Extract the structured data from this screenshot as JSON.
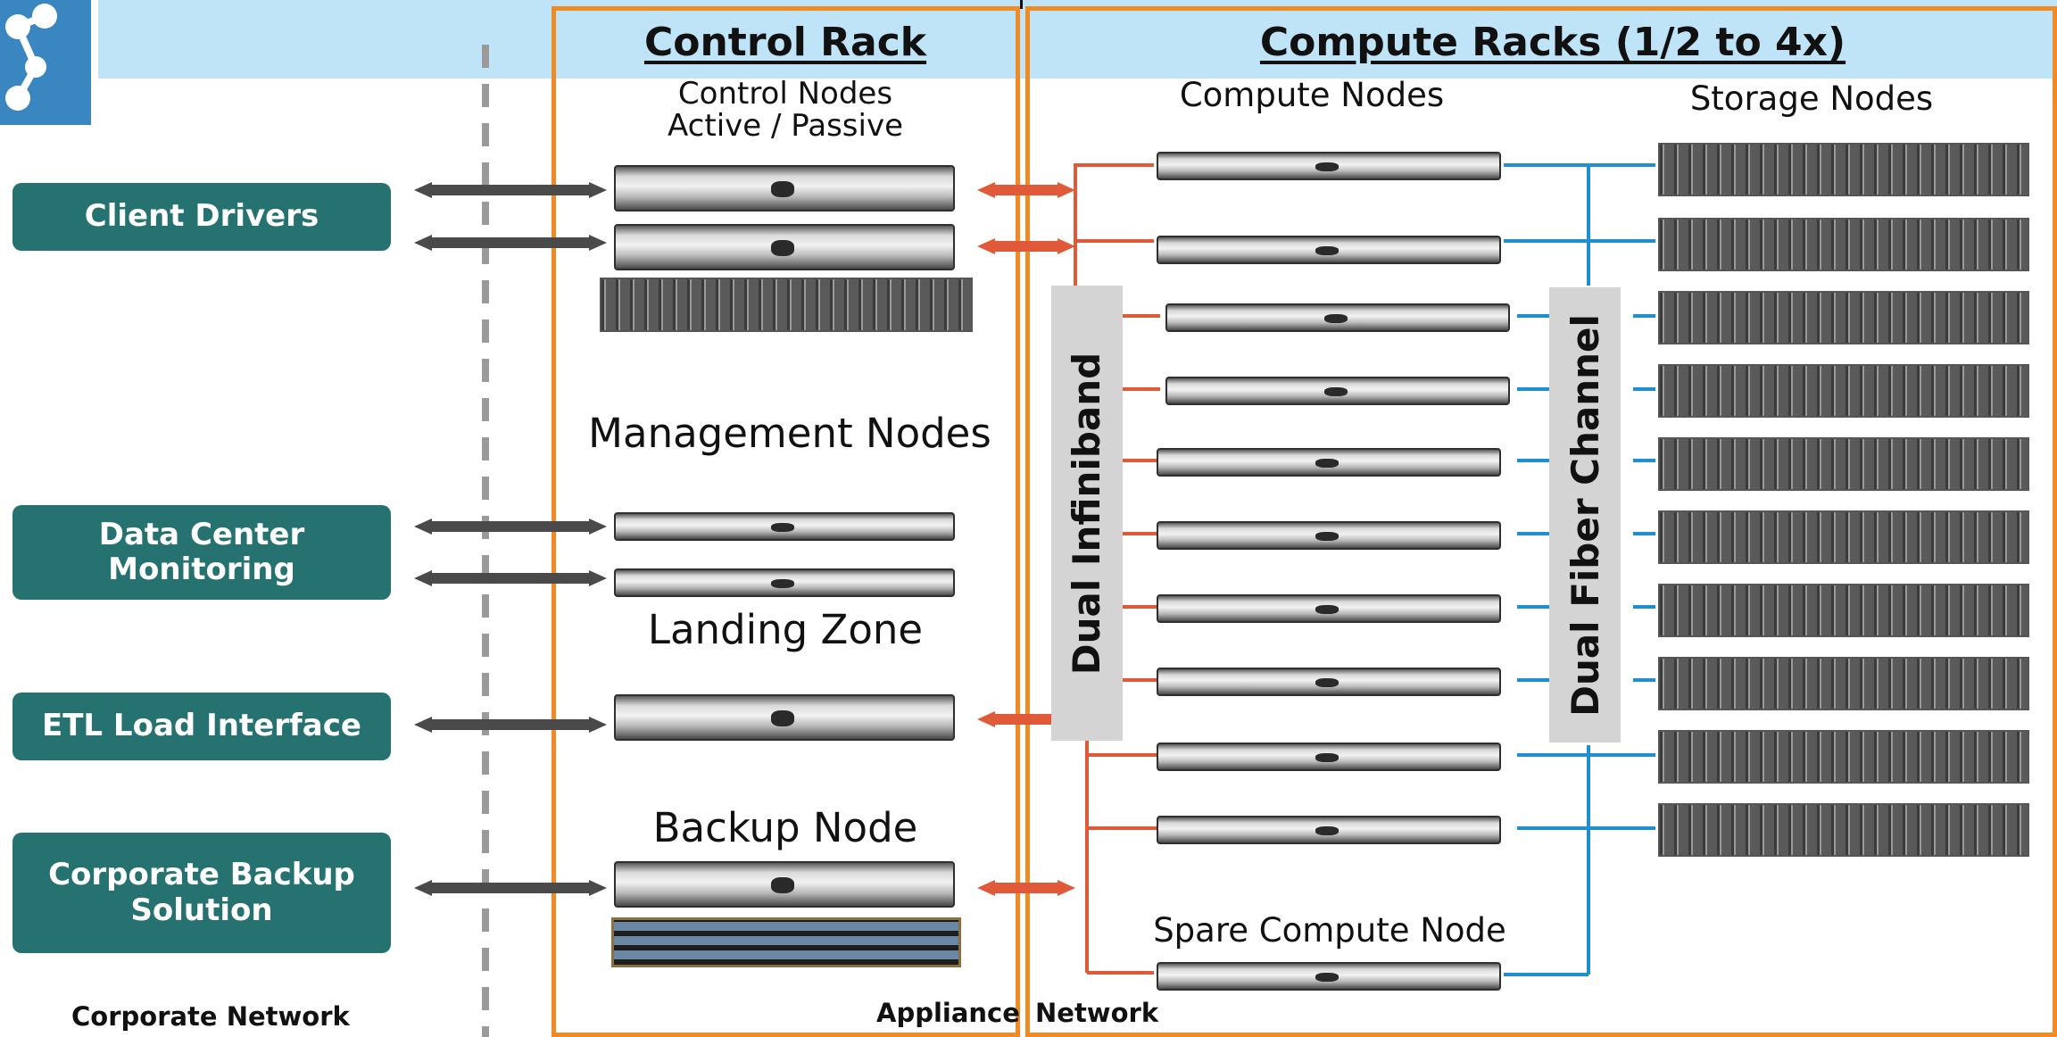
{
  "header": {
    "control_rack_title": "Control Rack",
    "compute_racks_title": "Compute Racks (1/2 to 4x)"
  },
  "clients": [
    {
      "label": "Client Drivers"
    },
    {
      "label": "Data Center\nMonitoring"
    },
    {
      "label": "ETL Load Interface"
    },
    {
      "label": "Corporate Backup\nSolution"
    }
  ],
  "labels": {
    "control_nodes": "Control Nodes\nActive / Passive",
    "management_nodes": "Management Nodes",
    "landing_zone": "Landing Zone",
    "backup_node": "Backup Node",
    "compute_nodes": "Compute Nodes",
    "storage_nodes": "Storage Nodes",
    "spare_compute_node": "Spare Compute Node",
    "dual_infiniband": "Dual Infiniband",
    "dual_fiber_channel": "Dual Fiber Channel"
  },
  "footer": {
    "corporate_network": "Corporate Network",
    "appliance": "Appliance",
    "network": "Network"
  },
  "colors": {
    "client_box": "#257271",
    "rack_border": "#f08a24",
    "infiniband_line": "#e05a3a",
    "fiber_line": "#1f8fd0",
    "corporate_link": "#4a4a4a",
    "header_band": "#bfe3f7"
  },
  "icons": {
    "logo": "network-graph-icon",
    "server": "rack-server-icon",
    "storage": "storage-array-icon"
  }
}
